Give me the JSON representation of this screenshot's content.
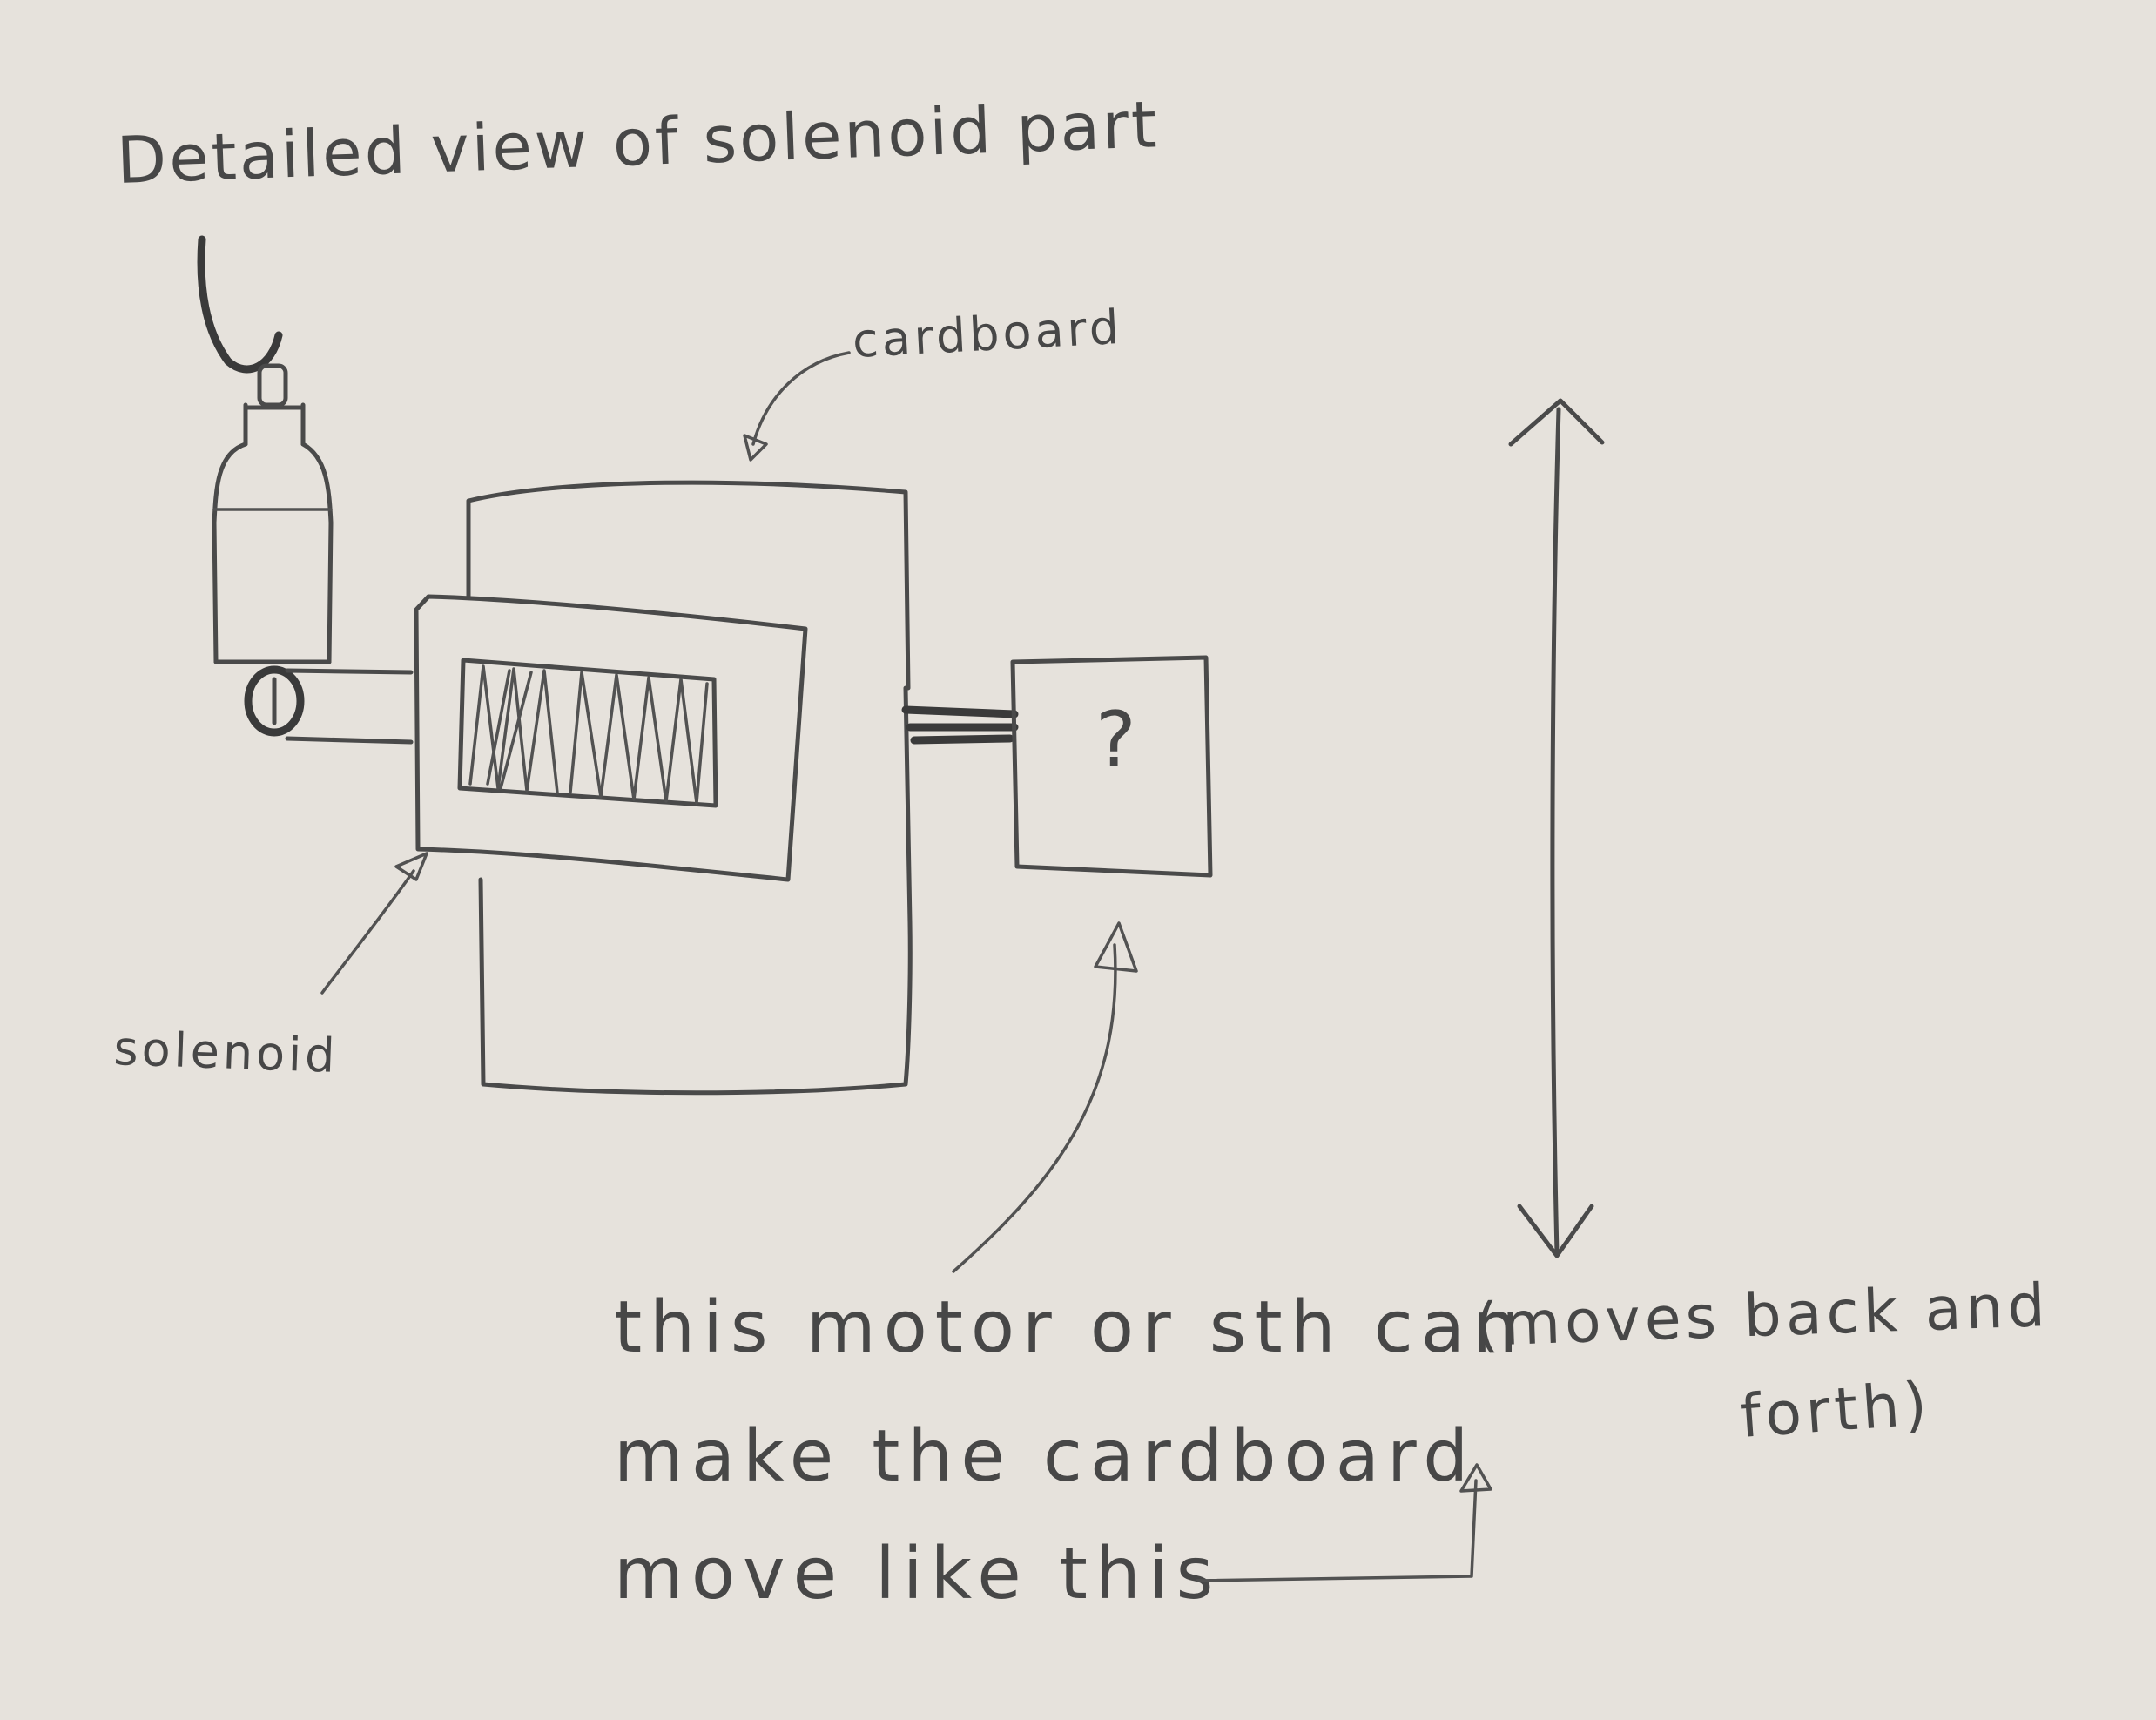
{
  "title": "Detailed view of solenoid part",
  "labels": {
    "cardboard": "cardboard",
    "solenoid": "solenoid",
    "unknown_part": "?"
  },
  "note": {
    "line1": "this motor or sth can",
    "line2": "make the cardboard",
    "line3": "move like this"
  },
  "aside": {
    "line1": "(moves back and",
    "line2": "forth)"
  }
}
